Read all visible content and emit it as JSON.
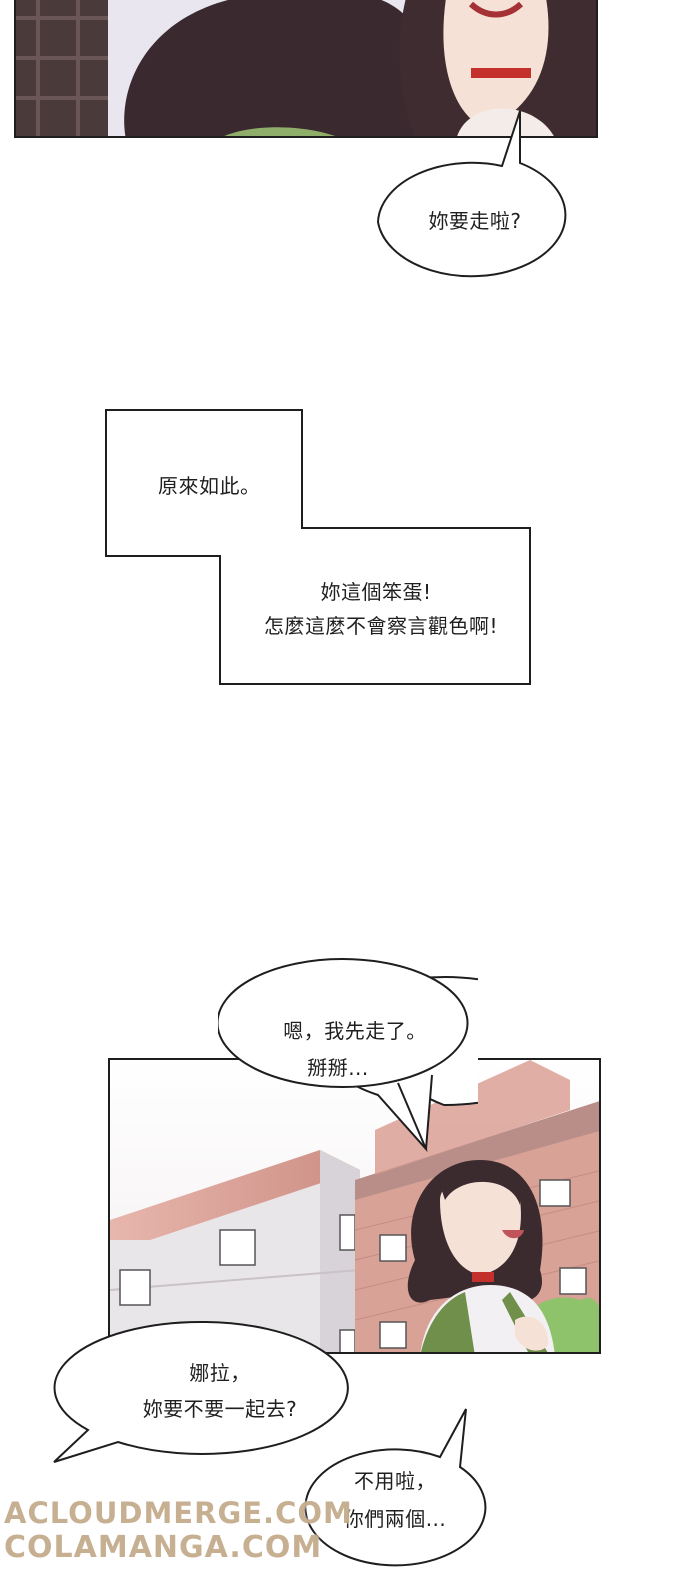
{
  "bubbles": {
    "leaving": "妳要走啦?",
    "reply_line1": "嗯，我先走了。",
    "reply_line2": "掰掰...",
    "ask_line1": "娜拉，",
    "ask_line2": "妳要不要一起去?",
    "decline_line1": "不用啦，",
    "decline_line2": "你們兩個..."
  },
  "narration": {
    "box1": "原來如此。",
    "box2_line1": "妳這個笨蛋!",
    "box2_line2": "怎麼這麼不會察言觀色啊!"
  },
  "watermark": {
    "line1": "ACLOUDMERGE.COM",
    "line2": "COLAMANGA.COM"
  },
  "colors": {
    "outline": "#1e1e1e",
    "hair": "#3b2a2e",
    "skin": "#f6e1d6",
    "brick": "#d9a296",
    "wall": "#e8e4e6",
    "jacket_green": "#6f8f4a"
  }
}
